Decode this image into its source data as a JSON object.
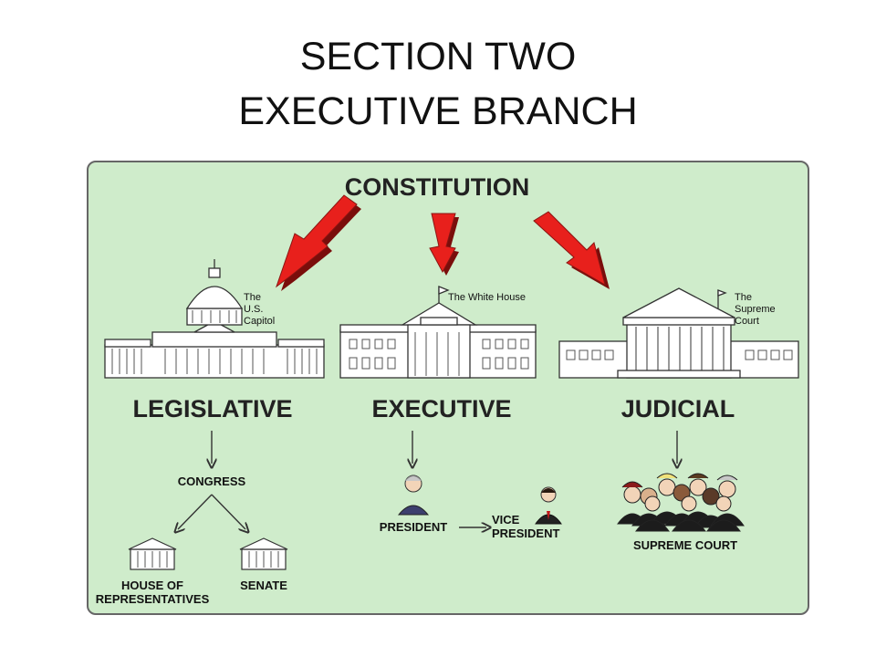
{
  "slide": {
    "title_line1": "SECTION TWO",
    "title_line2": "EXECUTIVE BRANCH"
  },
  "diagram": {
    "root": "CONSTITUTION",
    "branches": {
      "legislative": {
        "label": "LEGISLATIVE",
        "building_caption": [
          "The",
          "U.S.",
          "Capitol"
        ],
        "body": "CONGRESS",
        "chambers": [
          {
            "label_lines": [
              "HOUSE OF",
              "REPRESENTATIVES"
            ]
          },
          {
            "label_lines": [
              "SENATE"
            ]
          }
        ]
      },
      "executive": {
        "label": "EXECUTIVE",
        "building_caption": [
          "The White House"
        ],
        "office": "PRESIDENT",
        "deputy_lines": [
          "VICE",
          "PRESIDENT"
        ]
      },
      "judicial": {
        "label": "JUDICIAL",
        "building_caption": [
          "The",
          "Supreme",
          "Court"
        ],
        "body": "SUPREME COURT"
      }
    },
    "colors": {
      "panel_bg": "#cfeccb",
      "arrow_red": "#e8201c",
      "arrow_shadow": "#7a0d0b",
      "building_fill": "#ffffff",
      "line": "#333333"
    }
  }
}
